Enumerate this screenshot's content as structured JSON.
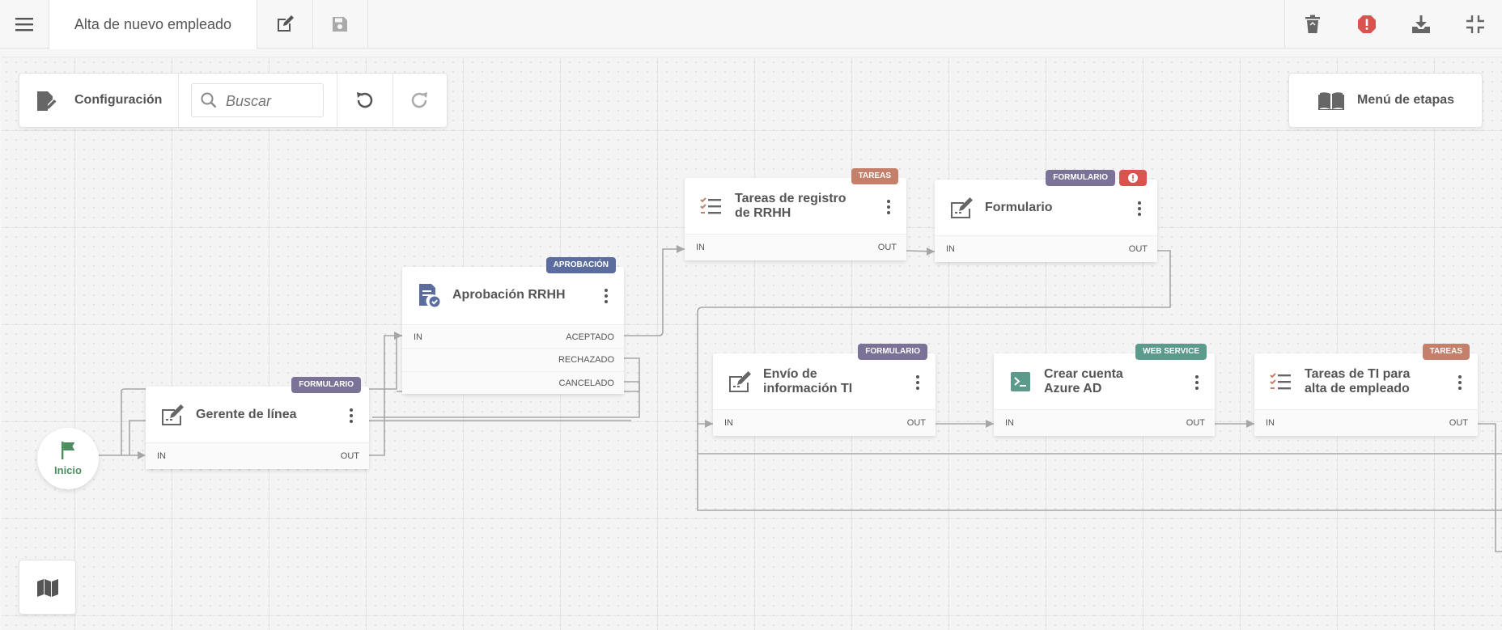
{
  "header": {
    "title": "Alta de nuevo empleado",
    "icons": [
      "menu-icon",
      "edit-icon",
      "save-icon",
      "trash-icon",
      "error-icon",
      "download-icon",
      "collapse-icon"
    ]
  },
  "toolbar": {
    "config_label": "Configuración",
    "search_placeholder": "Buscar",
    "stages_menu_label": "Menú de etapas"
  },
  "start": {
    "label": "Inicio"
  },
  "nodes": {
    "gerente": {
      "title": "Gerente de línea",
      "badge": "FORMULARIO",
      "in": "IN",
      "out": "OUT"
    },
    "aprobacion": {
      "title": "Aprobación RRHH",
      "badge": "APROBACIÓN",
      "in": "IN",
      "out1": "ACEPTADO",
      "out2": "RECHAZADO",
      "out3": "CANCELADO"
    },
    "tareas_rrhh": {
      "title": "Tareas de registro de RRHH",
      "badge": "TAREAS",
      "in": "IN",
      "out": "OUT"
    },
    "formulario": {
      "title": "Formulario",
      "badge": "FORMULARIO",
      "in": "IN",
      "out": "OUT"
    },
    "envio": {
      "title": "Envío de información TI",
      "badge": "FORMULARIO",
      "in": "IN",
      "out": "OUT"
    },
    "azure": {
      "title": "Crear cuenta Azure AD",
      "badge": "WEB SERVICE",
      "in": "IN",
      "out": "OUT"
    },
    "tareas_ti": {
      "title": "Tareas de TI para alta de empleado",
      "badge": "TAREAS",
      "in": "IN",
      "out": "OUT"
    }
  },
  "colors": {
    "formulario": "#7b7397",
    "aprobacion": "#5a6d9e",
    "tareas": "#c4806a",
    "webservice": "#5c9a8c",
    "error": "#d9534f",
    "start_green": "#4e8d61"
  }
}
